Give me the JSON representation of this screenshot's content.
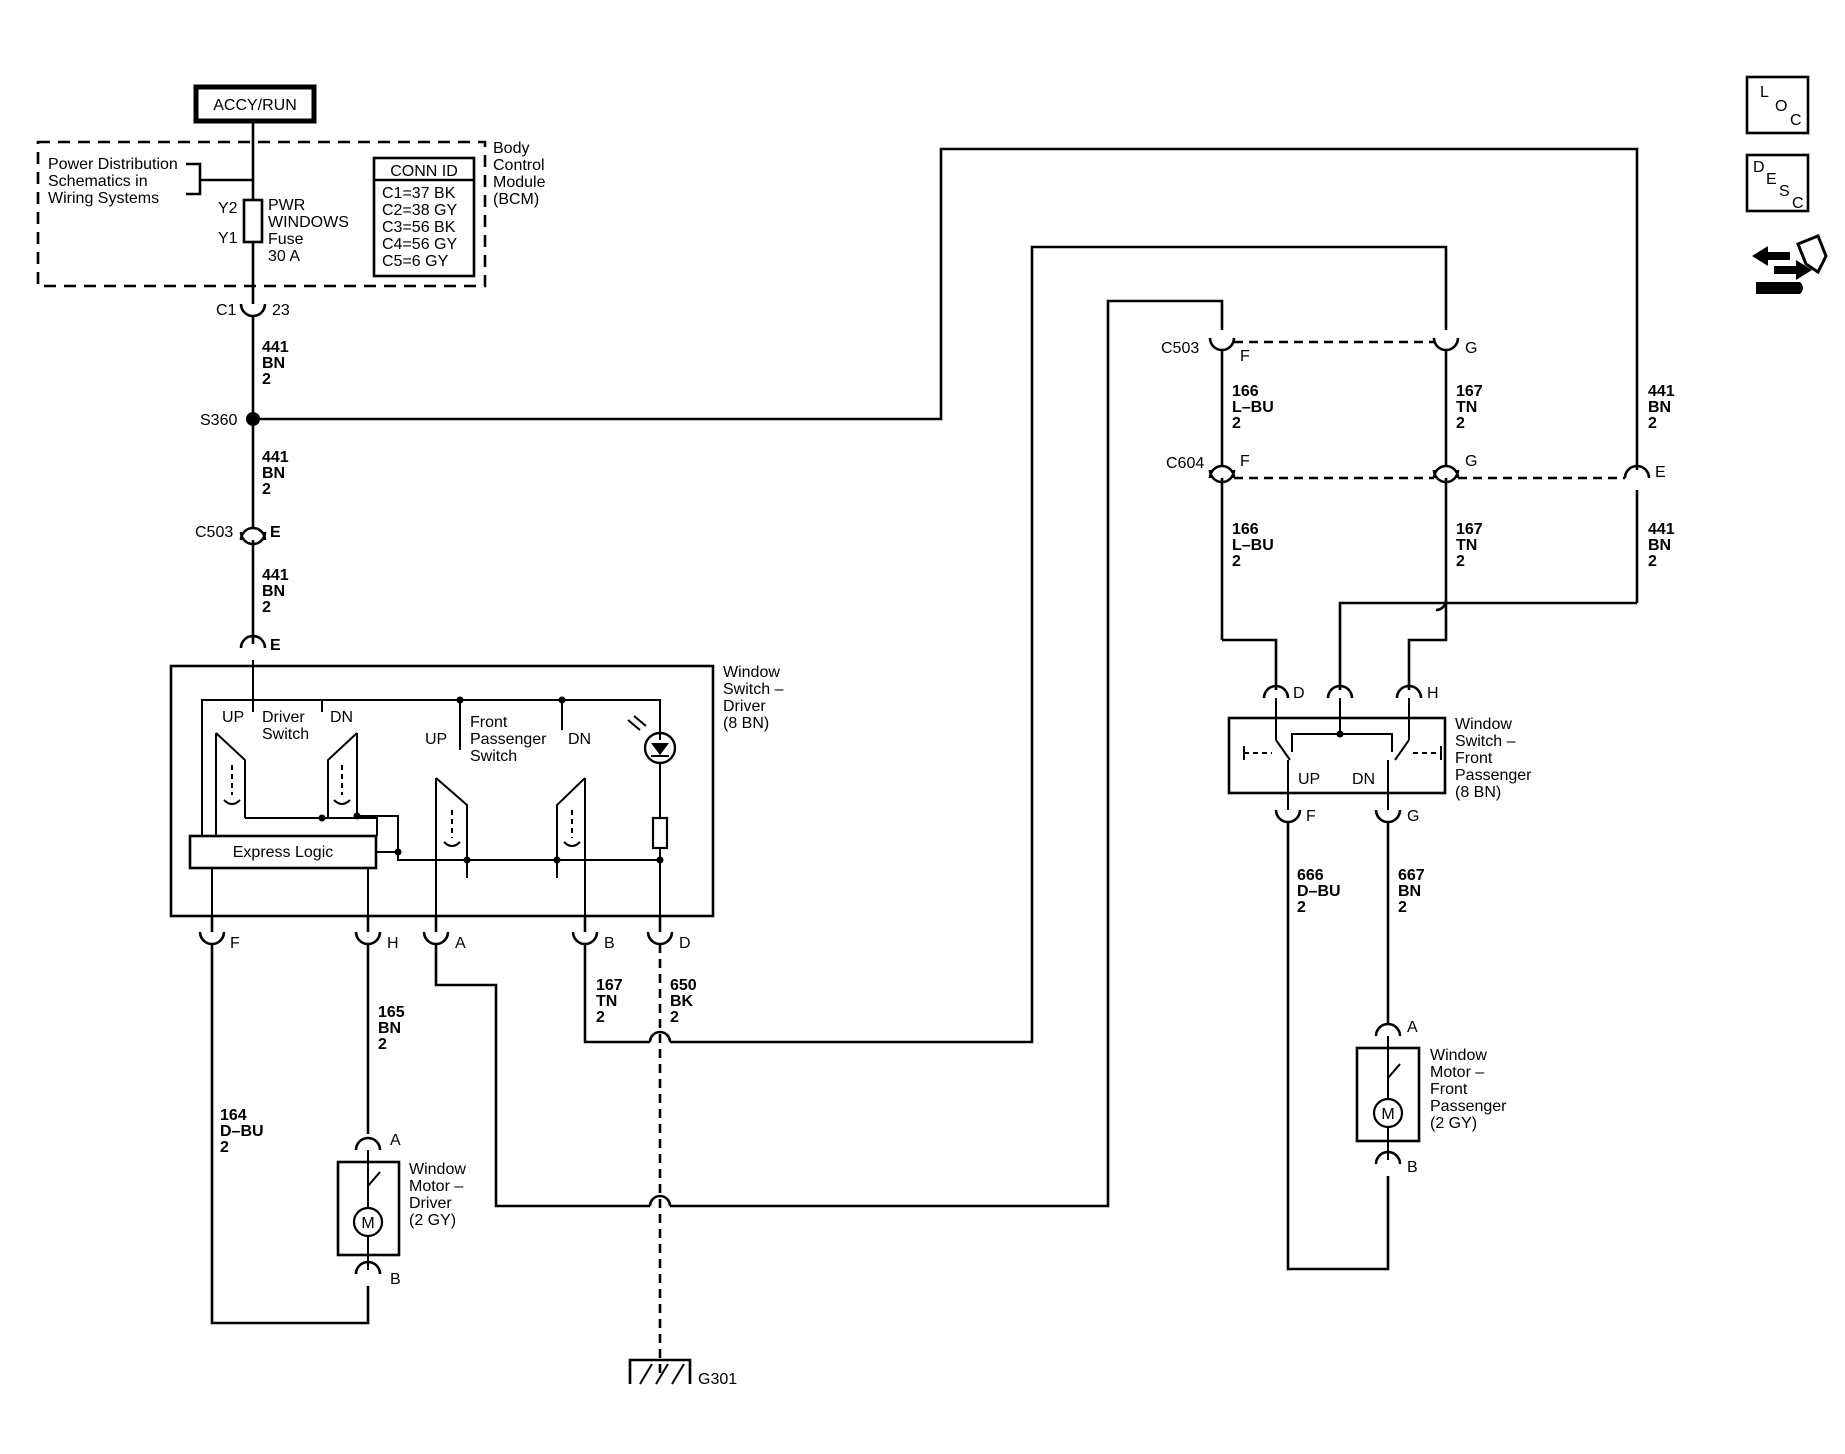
{
  "power": {
    "accy_run": "ACCY/RUN",
    "power_dist": [
      "Power Distribution",
      "Schematics in",
      "Wiring Systems"
    ],
    "fuse_label": [
      "PWR",
      "WINDOWS",
      "Fuse",
      "30 A"
    ],
    "y2": "Y2",
    "y1": "Y1",
    "bcm_label": [
      "Body",
      "Control",
      "Module",
      "(BCM)"
    ],
    "conn_id_title": "CONN ID",
    "conn_ids": [
      "C1=37 BK",
      "C2=38 GY",
      "C3=56 BK",
      "C4=56 GY",
      "C5=6 GY"
    ]
  },
  "connectors": {
    "c1": "C1",
    "c1_pin": "23",
    "s360": "S360",
    "c503_left": "C503",
    "c503_left_pin": "E",
    "driver_sw_in_pin": "E",
    "c503_right": "C503",
    "c604": "C604",
    "pin_f": "F",
    "pin_g": "G",
    "pin_e": "E",
    "g301": "G301"
  },
  "wires": {
    "w441_a": [
      "441",
      "BN",
      "2"
    ],
    "w441_b": [
      "441",
      "BN",
      "2"
    ],
    "w441_c": [
      "441",
      "BN",
      "2"
    ],
    "w441_d": [
      "441",
      "BN",
      "2"
    ],
    "w441_e": [
      "441",
      "BN",
      "2"
    ],
    "w166_a": [
      "166",
      "L–BU",
      "2"
    ],
    "w166_b": [
      "166",
      "L–BU",
      "2"
    ],
    "w167_a": [
      "167",
      "TN",
      "2"
    ],
    "w167_b": [
      "167",
      "TN",
      "2"
    ],
    "w167_c": [
      "167",
      "TN",
      "2"
    ],
    "w650": [
      "650",
      "BK",
      "2"
    ],
    "w165": [
      "165",
      "BN",
      "2"
    ],
    "w164": [
      "164",
      "D–BU",
      "2"
    ],
    "w666": [
      "666",
      "D–BU",
      "2"
    ],
    "w667": [
      "667",
      "BN",
      "2"
    ]
  },
  "driver_switch": {
    "title": [
      "Window",
      "Switch –",
      "Driver",
      "(8 BN)"
    ],
    "up": "UP",
    "driver_switch": [
      "Driver",
      "Switch"
    ],
    "dn": "DN",
    "fp_up": "UP",
    "front_passenger_switch": [
      "Front",
      "Passenger",
      "Switch"
    ],
    "fp_dn": "DN",
    "express_logic": "Express Logic",
    "pins": [
      "F",
      "H",
      "A",
      "B",
      "D"
    ]
  },
  "driver_motor": {
    "title": [
      "Window",
      "Motor –",
      "Driver",
      "(2 GY)"
    ],
    "m": "M",
    "pin_a": "A",
    "pin_b": "B"
  },
  "fp_switch": {
    "title": [
      "Window",
      "Switch –",
      "Front",
      "Passenger",
      "(8 BN)"
    ],
    "pin_d": "D",
    "pin_h": "H",
    "up": "UP",
    "dn": "DN",
    "pin_f": "F",
    "pin_g": "G"
  },
  "fp_motor": {
    "title": [
      "Window",
      "Motor –",
      "Front",
      "Passenger",
      "(2 GY)"
    ],
    "m": "M",
    "pin_a": "A",
    "pin_b": "B"
  },
  "sidebar": {
    "loc": [
      "L",
      "O",
      "C"
    ],
    "desc": [
      "D",
      "E",
      "S",
      "C"
    ],
    "nav_icon": "connector-nav-icon"
  }
}
